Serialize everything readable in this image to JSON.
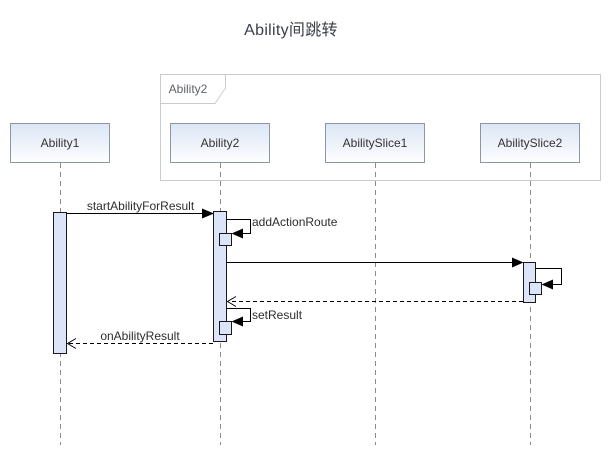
{
  "title": "Ability间跳转",
  "frame": {
    "label": "Ability2"
  },
  "participants": [
    {
      "name": "Ability1"
    },
    {
      "name": "Ability2"
    },
    {
      "name": "AbilitySlice1"
    },
    {
      "name": "AbilitySlice2"
    }
  ],
  "messages": [
    {
      "label": "startAbilityForResult",
      "from": "Ability1",
      "to": "Ability2",
      "type": "solid-sync"
    },
    {
      "label": "addActionRoute",
      "from": "Ability2",
      "to": "Ability2",
      "type": "self-call"
    },
    {
      "label": "",
      "from": "Ability2",
      "to": "AbilitySlice2",
      "type": "solid-sync"
    },
    {
      "label": "",
      "from": "AbilitySlice2",
      "to": "AbilitySlice2",
      "type": "self-call"
    },
    {
      "label": "",
      "from": "AbilitySlice2",
      "to": "Ability2",
      "type": "dashed-return"
    },
    {
      "label": "setResult",
      "from": "Ability2",
      "to": "Ability2",
      "type": "self-call"
    },
    {
      "label": "onAbilityResult",
      "from": "Ability2",
      "to": "Ability1",
      "type": "dashed-return"
    }
  ],
  "colors": {
    "participant_fill": "#dce6f5",
    "participant_border": "#8c97a5",
    "activation_fill": "#dbe4f8",
    "activation_border": "#1a1a1a",
    "lifeline": "#8a8a8a",
    "message_line": "#000000",
    "frame_border": "#c8ccd2",
    "title_text": "#3a3f45"
  }
}
